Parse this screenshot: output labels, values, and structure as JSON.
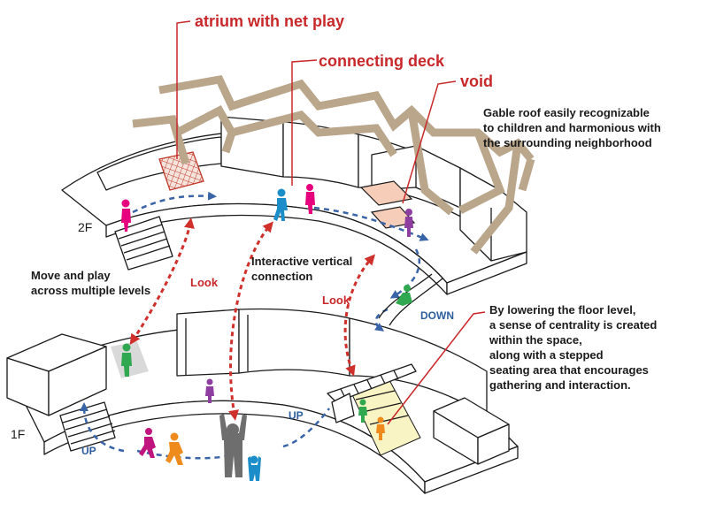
{
  "labels": {
    "atrium": "atrium with net play",
    "deck": "connecting deck",
    "void": "void",
    "roof_1": "Gable roof easily recognizable",
    "roof_2": "to children and harmonious with",
    "roof_3": "the surrounding neighborhood",
    "move_1": "Move and play",
    "move_2": "across multiple levels",
    "interactive_1": "Interactive vertical",
    "interactive_2": "connection",
    "look": "Look",
    "down": "DOWN",
    "up": "UP",
    "floor_2f": "2F",
    "floor_1f": "1F",
    "center_1": "By lowering the floor level,",
    "center_2": "a sense of centrality is created",
    "center_3": "within the space,",
    "center_4": "along with a stepped",
    "center_5": "seating area that encourages",
    "center_6": "gathering and interaction."
  },
  "colors": {
    "annotation_red": "#c8282a",
    "look_arrow": "#d0302b",
    "path_blue": "#3a64a8",
    "roof_tan": "#b9a68b",
    "net_red": "#c0392b",
    "void_fill": "#f5cdb8",
    "seating_fill": "#f8f4c4",
    "floor_gray": "#d9d9d9"
  },
  "figures": [
    {
      "name": "child-pink-2f-left",
      "color": "#e6007e"
    },
    {
      "name": "child-blue-2f-deck",
      "color": "#1b8ec9"
    },
    {
      "name": "child-pink-2f-deck",
      "color": "#e6007e"
    },
    {
      "name": "child-purple-void",
      "color": "#8e3ea0"
    },
    {
      "name": "child-green-slide",
      "color": "#2fa84f"
    },
    {
      "name": "child-green-1f",
      "color": "#2fa84f"
    },
    {
      "name": "child-purple-1f",
      "color": "#8e3ea0"
    },
    {
      "name": "child-magenta-1f",
      "color": "#c0157e"
    },
    {
      "name": "child-orange-1f",
      "color": "#ef8a1c"
    },
    {
      "name": "adult-gray-1f",
      "color": "#6e6e6e"
    },
    {
      "name": "child-blue-1f",
      "color": "#1b8ec9"
    },
    {
      "name": "child-green-stair",
      "color": "#2fa84f"
    },
    {
      "name": "child-orange-seating",
      "color": "#ef8a1c"
    }
  ]
}
